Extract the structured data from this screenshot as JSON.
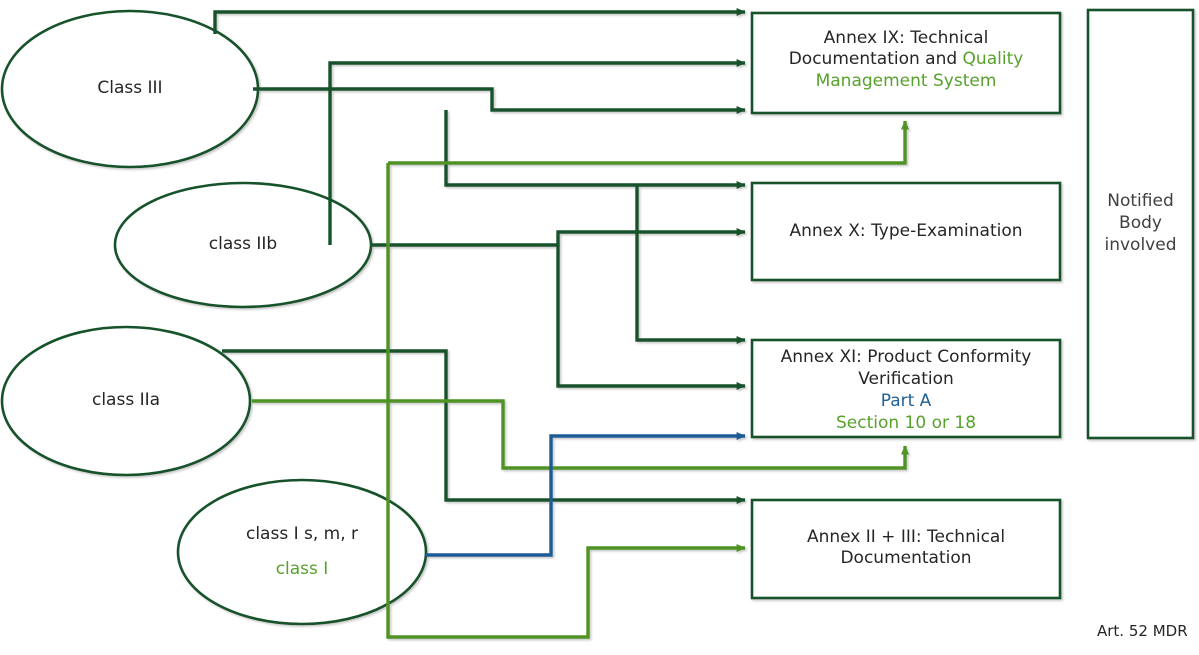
{
  "diagram": {
    "footnote": "Art. 52 MDR",
    "colors": {
      "dark_green": "#14522a",
      "light_green": "#4f9323",
      "blue": "#1f5c96",
      "text": "#262626"
    },
    "ellipses": [
      {
        "id": "class-iii",
        "label": "Class III",
        "sublabel": ""
      },
      {
        "id": "class-iib",
        "label": "class IIb",
        "sublabel": ""
      },
      {
        "id": "class-iia",
        "label": "class IIa",
        "sublabel": ""
      },
      {
        "id": "class-i-smr",
        "label": "class I s, m, r",
        "sublabel": "class I"
      }
    ],
    "boxes": [
      {
        "id": "annex-ix",
        "line1": "Annex  IX: Technical",
        "line2_plain": "Documentation and ",
        "line2_green": "Quality",
        "line3_green": "Management System"
      },
      {
        "id": "annex-x",
        "line1": "Annex X: Type-Examination"
      },
      {
        "id": "annex-xi",
        "line1": "Annex  XI: Product Conformity",
        "line2": "Verification",
        "line3_blue": "Part A",
        "line4_green": "Section 10 or 18"
      },
      {
        "id": "annex-ii-iii",
        "line1": "Annex  II + III: Technical",
        "line2": "Documentation"
      }
    ],
    "notified_body": {
      "line1": "Notified",
      "line2": "Body",
      "line3": "involved"
    }
  }
}
